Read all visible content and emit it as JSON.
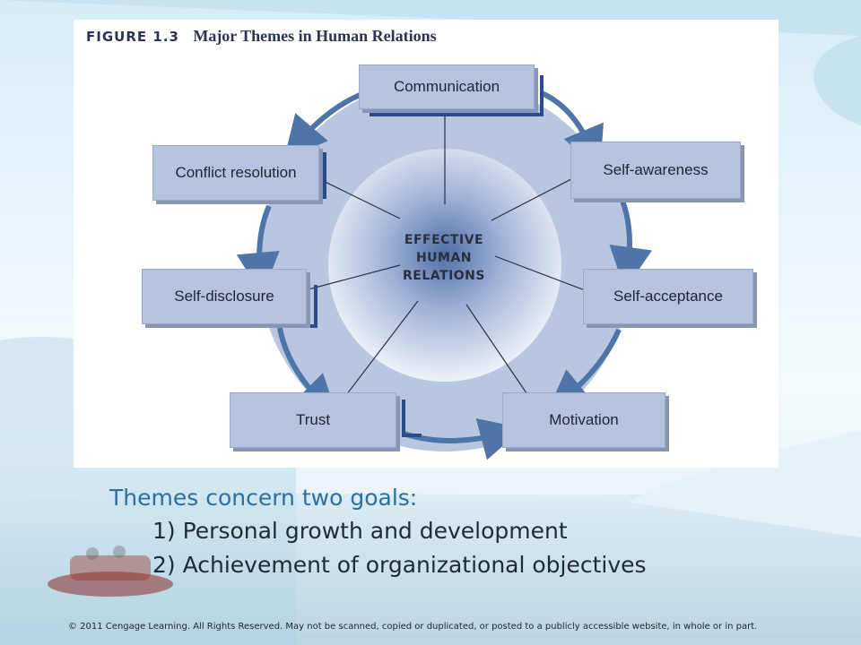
{
  "figure": {
    "number": "FIGURE 1.3",
    "title": "Major Themes in Human Relations"
  },
  "diagram": {
    "center": [
      "EFFECTIVE",
      "HUMAN",
      "RELATIONS"
    ],
    "nodes": {
      "communication": "Communication",
      "self_awareness": "Self-awareness",
      "self_acceptance": "Self-acceptance",
      "motivation": "Motivation",
      "trust": "Trust",
      "self_disclosure": "Self-disclosure",
      "conflict_resolution": "Conflict resolution"
    }
  },
  "goals": {
    "heading": "Themes concern two goals:",
    "items": [
      "1) Personal growth and development",
      "2) Achievement of organizational objectives"
    ]
  },
  "footer": {
    "copyright": "© 2011 Cengage Learning. All Rights Reserved. May not be scanned, copied or duplicated, or posted to a publicly accessible website, in whole or in part."
  },
  "colors": {
    "ring": "#b8c6e0",
    "box": "#b4c3de",
    "arrow": "#4f74a8",
    "heading": "#2c6fa0"
  }
}
